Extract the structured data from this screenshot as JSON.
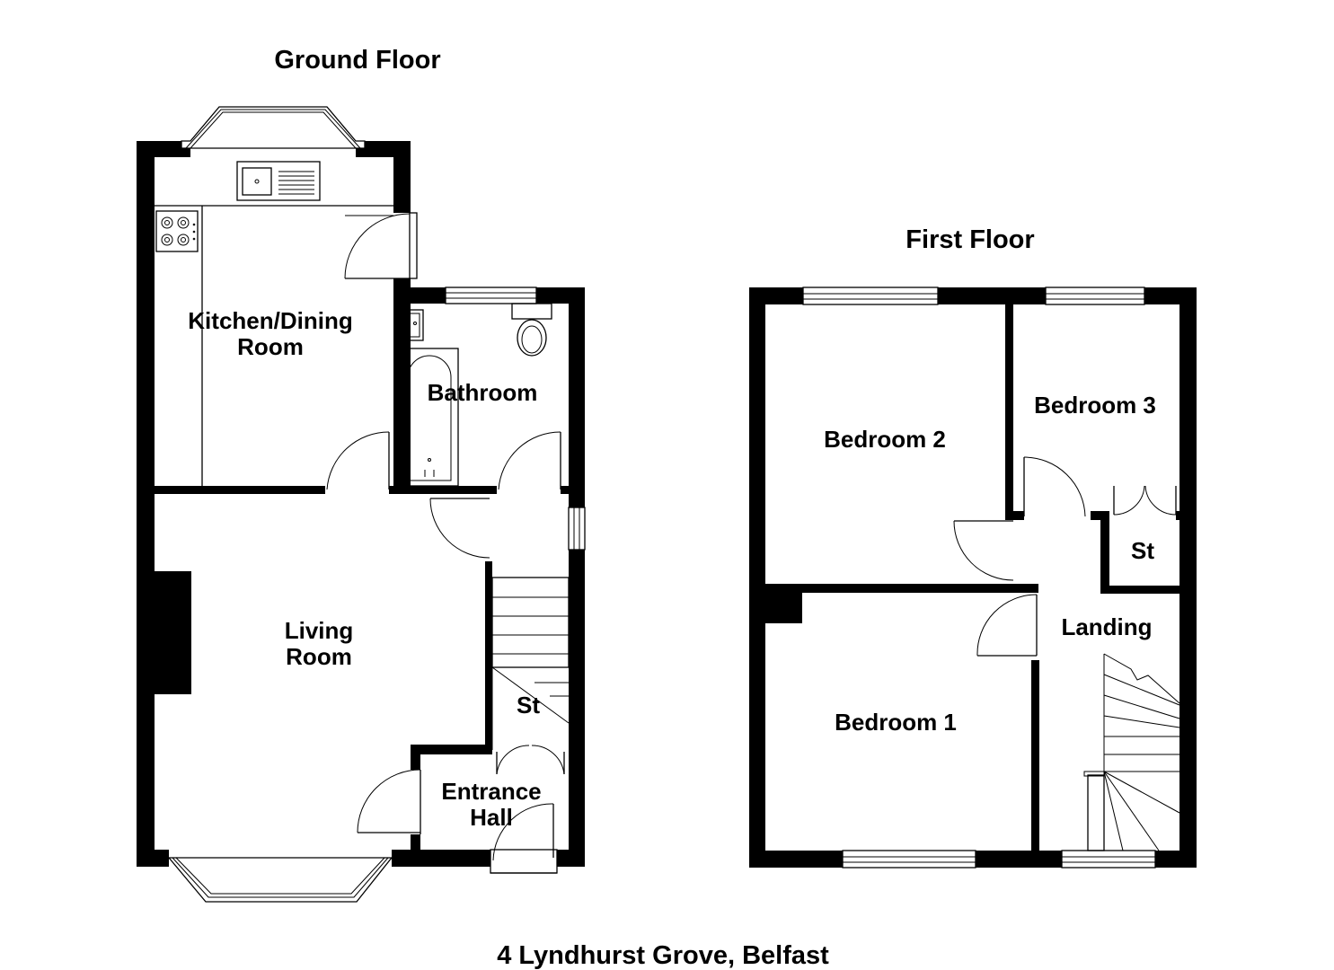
{
  "ground_floor": {
    "title": "Ground Floor",
    "rooms": {
      "kitchen": [
        "Kitchen/Dining",
        "Room"
      ],
      "bathroom": "Bathroom",
      "living": [
        "Living",
        "Room"
      ],
      "store": "St",
      "entrance": [
        "Entrance",
        "Hall"
      ]
    }
  },
  "first_floor": {
    "title": "First Floor",
    "rooms": {
      "bedroom2": "Bedroom 2",
      "bedroom3": "Bedroom 3",
      "store": "St",
      "landing": "Landing",
      "bedroom1": "Bedroom 1"
    }
  },
  "address": "4 Lyndhurst Grove, Belfast"
}
